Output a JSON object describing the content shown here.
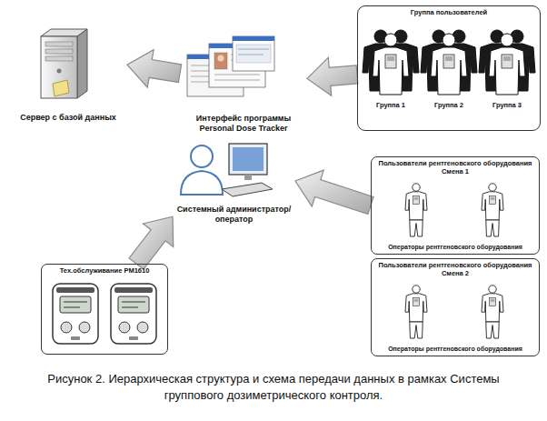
{
  "diagram": {
    "caption": "Рисунок 2. Иерархическая структура и схема передачи данных в рамках Системы группового дозиметрического контроля.",
    "nodes": [
      {
        "text": [
          "Сервер с базой данных"
        ]
      },
      {
        "text": [
          "Интерфейс программы Personal Dose Tracker"
        ]
      },
      {
        "text": [
          "Системный администратор/оператор"
        ]
      },
      {
        "text": [
          "Группа пользователей"
        ]
      },
      {
        "text": [
          "Пользователи рентгеновского оборудования Смена 1",
          "Операторы рентгеновского оборудования"
        ]
      },
      {
        "text": [
          "Пользователи рентгеновского оборудования Смена 2",
          "Операторы рентгеновского оборудования"
        ]
      },
      {
        "text": [
          "Тех.обслуживание PM1610"
        ]
      }
    ],
    "edges": [
      {
        "from": 3,
        "to": 1,
        "arrow": "to"
      },
      {
        "from": 1,
        "to": 0,
        "arrow": "to"
      },
      {
        "from": 4,
        "to": 2,
        "arrow": "to"
      },
      {
        "from": 6,
        "to": 2,
        "arrow": "to"
      }
    ],
    "labels": [
      "Группа 1",
      "Группа 2",
      "Группа 3"
    ]
  }
}
